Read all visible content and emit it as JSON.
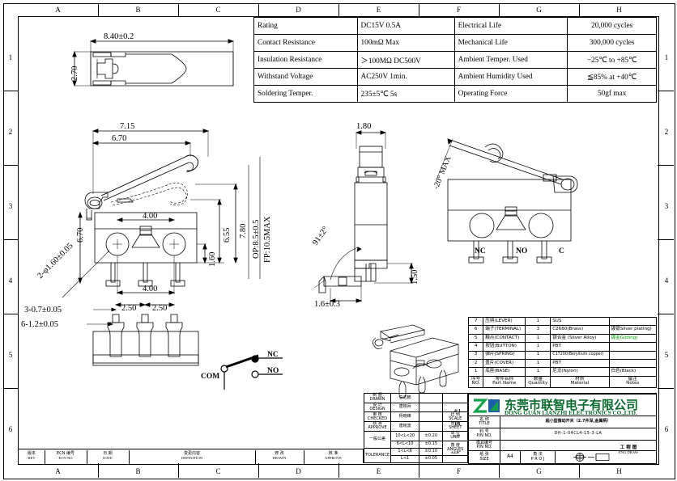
{
  "grid": {
    "cols": [
      "A",
      "B",
      "C",
      "D",
      "E",
      "F",
      "G",
      "H"
    ],
    "rows": [
      "1",
      "2",
      "3",
      "4",
      "5",
      "6"
    ]
  },
  "spec_table": {
    "rows": [
      {
        "label": "Rating",
        "value": "DC15V 0.5A",
        "label2": "Electrical Life",
        "value2": "20,000 cycles"
      },
      {
        "label": "Contact Resistance",
        "value": "100mΩ Max",
        "label2": "Mechanical Life",
        "value2": "300,000 cycles"
      },
      {
        "label": "Insulation Resistance",
        "value": "＞100MΩ  DC500V",
        "label2": "Ambient Temper. Used",
        "value2": "−25℃ to +85℃"
      },
      {
        "label": "Withstand Voltage",
        "value": "AC250V   1min.",
        "label2": "Ambient Humidity Used",
        "value2": "≦85% at +40℃"
      },
      {
        "label": "Soldering Temper.",
        "value": "235±5℃ 5s",
        "label2": "Operating Force",
        "value2": "50gf max"
      }
    ]
  },
  "dimensions": {
    "top_view_width": "8.40±0.2",
    "top_view_height": "2.70",
    "lever_len_outer": "7.15",
    "lever_len_inner": "6.70",
    "body_height_left": "6.70",
    "hole_pitch_top": "4.00",
    "hole_pitch_bottom": "4.00",
    "free_pos_1": "1.60",
    "dim_655": "6.55",
    "dim_780": "7.80",
    "op_dim": "OP:8.5±0.5",
    "fp_dim": "FP:10.5MAX",
    "hole_dia": "2-φ1.60±0.05",
    "term_thick": "3-0.7±0.05",
    "term_width": "6-1.2±0.05",
    "pin_pitch_1": "2.50",
    "pin_pitch_2": "2.50",
    "side_width": "1.80",
    "side_angle": "91±2°",
    "side_150": "1.50",
    "side_base": "1.6±0.3",
    "lever_angle": "-20° MAX"
  },
  "terminals": {
    "nc": "NC",
    "no": "NO",
    "c": "C"
  },
  "circuit": {
    "nc": "NC",
    "no": "NO",
    "com": "COM"
  },
  "bom": {
    "header": {
      "no_cn": "序号",
      "no_en": "NO.",
      "part_cn": "零件名称",
      "part_en": "Part Name",
      "qty_cn": "数量",
      "qty_en": "Quantity",
      "mat_cn": "材质",
      "mat_en": "Material",
      "note_cn": "备注",
      "note_en": "Notes"
    },
    "rows": [
      {
        "no": "7",
        "part": "压柄(LEVER)",
        "qty": "1",
        "material": "SUS",
        "notes": "",
        "note_style": "plain"
      },
      {
        "no": "6",
        "part": "端子(TERMINAL)",
        "qty": "3",
        "material": "C2680(Brass)",
        "notes": "镀银Silver plating)",
        "note_style": "plain"
      },
      {
        "no": "5",
        "part": "触点(CONTACT)",
        "qty": "1",
        "material": "银合金 (Silver Alloy)",
        "notes": "镀金Gilding)",
        "note_style": "green"
      },
      {
        "no": "4",
        "part": "按钮(BUTTON)",
        "qty": "1",
        "material": "PBT",
        "notes": "",
        "note_style": "plain"
      },
      {
        "no": "3",
        "part": "弹片(SPRING)",
        "qty": "1",
        "material": "C17200(Beryllium copper)",
        "notes": "",
        "note_style": "plain"
      },
      {
        "no": "2",
        "part": "盖片(COVER)",
        "qty": "1",
        "material": "PBT",
        "notes": "",
        "note_style": "plain"
      },
      {
        "no": "1",
        "part": "底座(BASE)",
        "qty": "1",
        "material": "尼龙(Nylon)",
        "notes": "白色(Black)",
        "note_style": "plain"
      }
    ]
  },
  "title_block": {
    "drawn_cn": "制 图",
    "drawn_en": "DRAWN",
    "drawn_by": "总志鹏",
    "design_cn": "设 计",
    "design_en": "DESIGN",
    "design_by": "唐晓兵",
    "checked_cn": "审 核",
    "checked_en": "CHECKED",
    "checked_by": "杨晓峰",
    "approve_cn": "核 准",
    "approve_en": "APPROVE",
    "approve_by": "唐晓波",
    "tolerance_cn": "一般公差",
    "tolerance_en": "TOLERANCE",
    "tol_rows": [
      {
        "range": "10<L<20",
        "val": "±0.20"
      },
      {
        "range": "6<L<10",
        "val": "±0.15"
      },
      {
        "range": "1<L<6",
        "val": "±0.10"
      },
      {
        "range": "L<1",
        "val": "±0.05"
      }
    ],
    "scale_cn": "比 例",
    "scale_en": "SCALE",
    "scale_val": "4:1",
    "sheet_cn": "张 数",
    "sheet_en": "SHEET",
    "sheet_val": "1/1",
    "unit_cn": "单 位",
    "unit_en": "UNIT",
    "unit_val": "mm",
    "angle_cn": "角 度",
    "angle_en": "ANGLES",
    "angle_val": "±2.0°",
    "company_cn": "东莞市联智电子有限公司",
    "company_en": "DONG GUAN LIANZHI ELECTRONICS CO.,LTD.",
    "name_cn": "名 称",
    "name_en": "TITLE",
    "product_name": "超小型微动开关（2.7井深,金属柄）",
    "partno_cn": "料 号",
    "partno_en": "P/N NO.",
    "part_number": "DH-1-04CL4-15-3-LA",
    "mold_cn": "模具编号",
    "mold_en": "P/N NO.",
    "mold_val": "",
    "size_cn": "纸 张",
    "size_en": "SIZE",
    "size_val": "A4",
    "proj_cn": "角 法",
    "proj_en": "P R O J",
    "dwg_cn": "工 程 图",
    "dwg_en": "ENG DRAW"
  },
  "rev_table": {
    "rev_cn": "版本",
    "rev_en": "REV",
    "ecn_cn": "ECN 编号",
    "ecn_en": "ECN NO",
    "date_cn": "日 期",
    "date_en": "DATE",
    "desc_cn": "变更内容",
    "desc_en": "DEFINITION",
    "drawn_cn": "修 改",
    "drawn_en": "DRAWN",
    "appr_cn": "核 准",
    "appr_en": "APPROVE"
  }
}
